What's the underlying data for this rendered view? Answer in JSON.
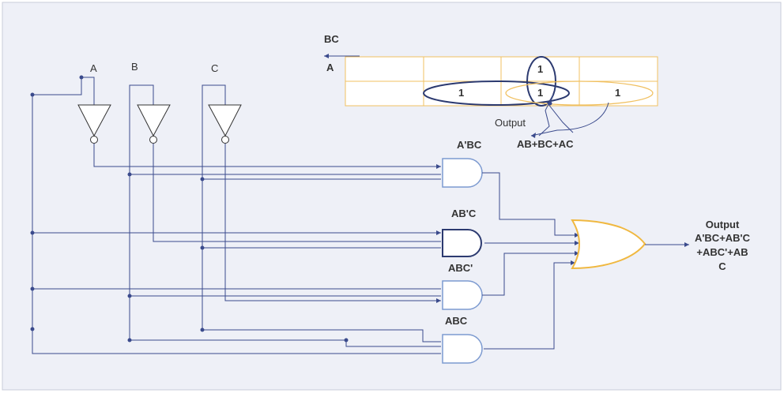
{
  "kmap": {
    "row_header": "A",
    "col_header": "BC",
    "cell_r0_c2": "1",
    "cell_r1_c1": "1",
    "cell_r1_c2": "1",
    "cell_r1_c3": "1",
    "output_label": "Output",
    "expression": "AB+BC+AC"
  },
  "inputs": {
    "a": "A",
    "b": "B",
    "c": "C"
  },
  "gates": {
    "and1": "A'BC",
    "and2": "AB'C",
    "and3": "ABC'",
    "and4": "ABC"
  },
  "output": {
    "title": "Output",
    "line1": "A'BC+AB'C",
    "line2": "+ABC'+AB",
    "line3": "C"
  },
  "colors": {
    "wire": "#3a4a8c",
    "grid": "#f0c060",
    "or_gate": "#f0b840",
    "and_gate": "#7c9ad0",
    "and_gate_dark": "#2c3a70",
    "background": "#eef0f7"
  }
}
